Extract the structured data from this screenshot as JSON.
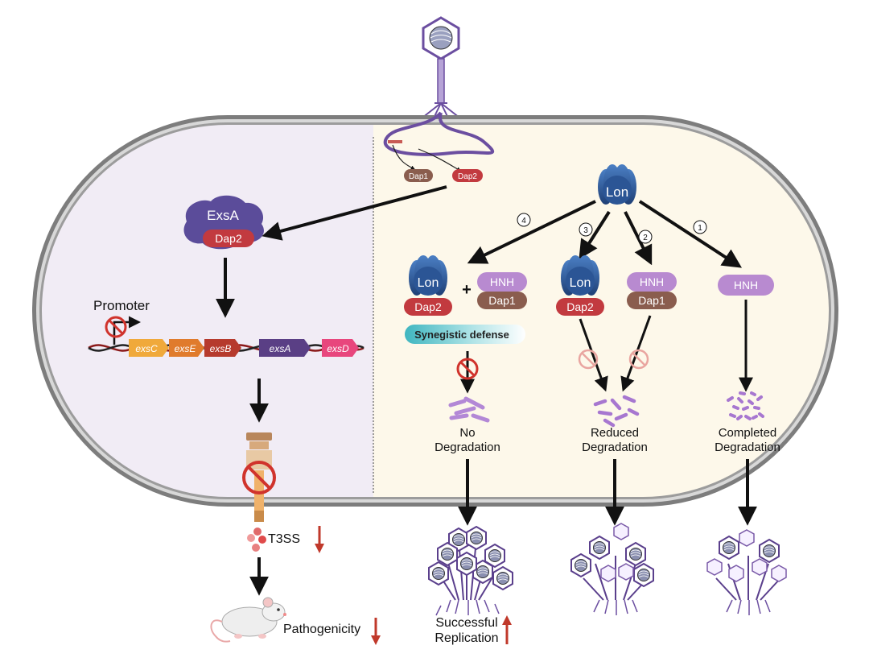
{
  "labels": {
    "dap1_small": "Dap1",
    "dap2_small": "Dap2",
    "exsa": "ExsA",
    "dap2": "Dap2",
    "promoter": "Promoter",
    "genes": [
      "exsC",
      "exsE",
      "exsB",
      "exsA",
      "exsD"
    ],
    "t3ss": "T3SS",
    "pathogenicity": "Pathogenicity",
    "lon": "Lon",
    "hnh": "HNH",
    "dap1": "Dap1",
    "plus": "+",
    "synergistic": "Synegistic defense",
    "no_deg_1": "No",
    "no_deg_2": "Degradation",
    "red_deg_1": "Reduced",
    "red_deg_2": "Degradation",
    "comp_deg_1": "Completed",
    "comp_deg_2": "Degradation",
    "success_1": "Successful",
    "success_2": "Replication",
    "path_numbers": [
      "4",
      "3",
      "2",
      "1"
    ]
  },
  "colors": {
    "cell_wall": "#7a7a7a",
    "left_bg": "#f1ecf5",
    "right_bg": "#fdf8ea",
    "lon": "#2f5b9c",
    "dap2": "#c23a3f",
    "dap1": "#8a5d4e",
    "hnh": "#b88ad0",
    "exsa": "#5b4c9a",
    "phage": "#6b4ea0",
    "down_arrow": "#c0392b",
    "gene_exsC": "#f0a93b",
    "gene_exsE": "#e07b2c",
    "gene_exsB": "#b63a2d",
    "gene_exsA": "#5a3f85",
    "gene_exsD": "#e8467d",
    "inhibit": "#d0332c"
  }
}
